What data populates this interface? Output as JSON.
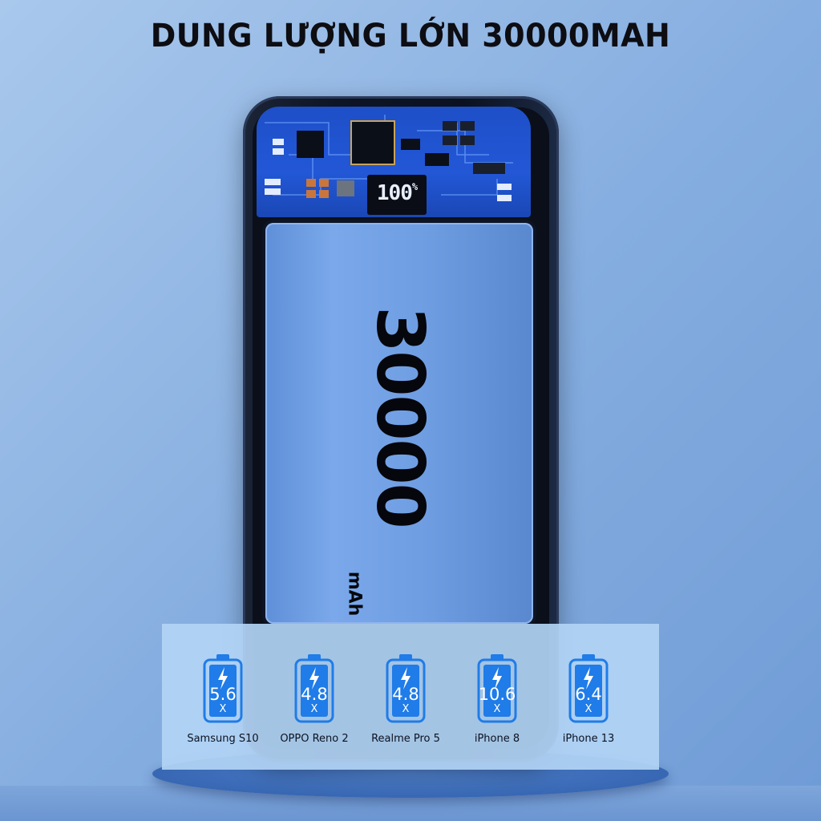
{
  "title": "DUNG LƯỢNG LỚN 30000MAH",
  "device": {
    "display_value": "100",
    "display_unit": "%",
    "capacity_number": "30000",
    "capacity_unit": "mAh"
  },
  "colors": {
    "accent": "#1f7ce8",
    "panel": "#b2d4f5",
    "pcb": "#2257d6"
  },
  "phones": [
    {
      "name": "Samsung S10",
      "charges": "5.6",
      "x": "X",
      "icon": "battery-charge-icon"
    },
    {
      "name": "OPPO Reno 2",
      "charges": "4.8",
      "x": "X",
      "icon": "battery-charge-icon"
    },
    {
      "name": "Realme Pro 5",
      "charges": "4.8",
      "x": "X",
      "icon": "battery-charge-icon"
    },
    {
      "name": "iPhone 8",
      "charges": "10.6",
      "x": "X",
      "icon": "battery-charge-icon"
    },
    {
      "name": "iPhone 13",
      "charges": "6.4",
      "x": "X",
      "icon": "battery-charge-icon"
    }
  ]
}
